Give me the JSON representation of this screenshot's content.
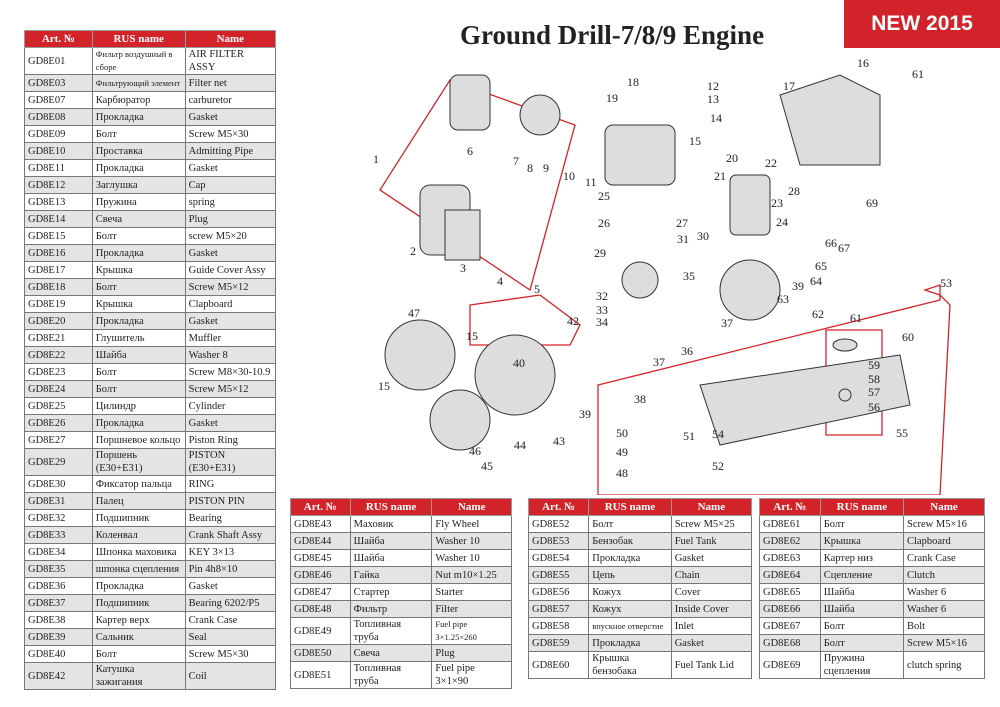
{
  "title": "Ground Drill-7/8/9 Engine",
  "badge": "NEW 2015",
  "headers": {
    "art": "Art. №",
    "rus": "RUS name",
    "name": "Name"
  },
  "colors": {
    "accent": "#d3232a"
  },
  "table1": [
    [
      "GD8E01",
      "Фильтр воздушный в сборе",
      "AIR FILTER ASSY"
    ],
    [
      "GD8E03",
      "Фильтрующий элемент",
      "Filter net"
    ],
    [
      "GD8E07",
      "Карбюратор",
      "carburetor"
    ],
    [
      "GD8E08",
      "Прокладка",
      "Gasket"
    ],
    [
      "GD8E09",
      "Болт",
      "Screw M5×30"
    ],
    [
      "GD8E10",
      "Проставка",
      "Admitting Pipe"
    ],
    [
      "GD8E11",
      "Прокладка",
      "Gasket"
    ],
    [
      "GD8E12",
      "Заглушка",
      "Cap"
    ],
    [
      "GD8E13",
      "Пружина",
      "spring"
    ],
    [
      "GD8E14",
      "Свеча",
      "Plug"
    ],
    [
      "GD8E15",
      "Болт",
      "screw M5×20"
    ],
    [
      "GD8E16",
      "Прокладка",
      "Gasket"
    ],
    [
      "GD8E17",
      "Крышка",
      "Guide Cover Assy"
    ],
    [
      "GD8E18",
      "Болт",
      "Screw M5×12"
    ],
    [
      "GD8E19",
      "Крышка",
      "Clapboard"
    ],
    [
      "GD8E20",
      "Прокладка",
      "Gasket"
    ],
    [
      "GD8E21",
      "Глушитель",
      "Muffler"
    ],
    [
      "GD8E22",
      "Шайба",
      "Washer 8"
    ],
    [
      "GD8E23",
      "Болт",
      "Screw M8×30-10.9"
    ],
    [
      "GD8E24",
      "Болт",
      "Screw M5×12"
    ],
    [
      "GD8E25",
      "Цилиндр",
      "Cylinder"
    ],
    [
      "GD8E26",
      "Прокладка",
      "Gasket"
    ],
    [
      "GD8E27",
      "Поршневое кольцо",
      "Piston Ring"
    ],
    [
      "GD8E29",
      "Поршень (E30+E31)",
      "PISTON (E30+E31)"
    ],
    [
      "GD8E30",
      "Фиксатор пальца",
      "RING"
    ],
    [
      "GD8E31",
      "Палец",
      "PISTON PIN"
    ],
    [
      "GD8E32",
      "Подшипник",
      "Bearing"
    ],
    [
      "GD8E33",
      "Коленвал",
      "Crank Shaft Assy"
    ],
    [
      "GD8E34",
      "Шпонка маховика",
      "KEY 3×13"
    ],
    [
      "GD8E35",
      "шпонка сцепления",
      "Pin 4h8×10"
    ],
    [
      "GD8E36",
      "Прокладка",
      "Gasket"
    ],
    [
      "GD8E37",
      "Подшипник",
      "Bearing 6202/P5"
    ],
    [
      "GD8E38",
      "Картер верх",
      "Crank Case"
    ],
    [
      "GD8E39",
      "Сальник",
      "Seal"
    ],
    [
      "GD8E40",
      "Болт",
      "Screw M5×30"
    ],
    [
      "GD8E42",
      "Катушка зажигания",
      "Coil"
    ]
  ],
  "table2": [
    [
      "GD8E43",
      "Маховик",
      "Fly Wheel"
    ],
    [
      "GD8E44",
      "Шайба",
      "Washer 10"
    ],
    [
      "GD8E45",
      "Шайба",
      "Washer 10"
    ],
    [
      "GD8E46",
      "Гайка",
      "Nut m10×1.25"
    ],
    [
      "GD8E47",
      "Стартер",
      "Starter"
    ],
    [
      "GD8E48",
      "Фильтр",
      "Filter"
    ],
    [
      "GD8E49",
      "Топливная труба",
      "Fuel pipe 3×1.25×260"
    ],
    [
      "GD8E50",
      "Свеча",
      "Plug"
    ],
    [
      "GD8E51",
      "Топливная труба",
      "Fuel pipe 3×1×90"
    ]
  ],
  "table3": [
    [
      "GD8E52",
      "Болт",
      "Screw M5×25"
    ],
    [
      "GD8E53",
      "Бензобак",
      "Fuel Tank"
    ],
    [
      "GD8E54",
      "Прокладка",
      "Gasket"
    ],
    [
      "GD8E55",
      "Цепь",
      "Chain"
    ],
    [
      "GD8E56",
      "Кожух",
      "Cover"
    ],
    [
      "GD8E57",
      "Кожух",
      "Inside Cover"
    ],
    [
      "GD8E58",
      "впускное отверстие",
      "Inlet"
    ],
    [
      "GD8E59",
      "Прокладка",
      "Gasket"
    ],
    [
      "GD8E60",
      "Крышка бензобака",
      "Fuel Tank Lid"
    ]
  ],
  "table4": [
    [
      "GD8E61",
      "Болт",
      "Screw M5×16"
    ],
    [
      "GD8E62",
      "Крышка",
      "Clapboard"
    ],
    [
      "GD8E63",
      "Картер низ",
      "Crank Case"
    ],
    [
      "GD8E64",
      "Сцепление",
      "Clutch"
    ],
    [
      "GD8E65",
      "Шайба",
      "Washer 6"
    ],
    [
      "GD8E66",
      "Шайба",
      "Washer 6"
    ],
    [
      "GD8E67",
      "Болт",
      "Bolt"
    ],
    [
      "GD8E68",
      "Болт",
      "Screw M5×16"
    ],
    [
      "GD8E69",
      "Пружина сцепления",
      "clutch spring"
    ]
  ],
  "callouts": [
    "1",
    "2",
    "3",
    "4",
    "5",
    "6",
    "7",
    "8",
    "9",
    "10",
    "11",
    "12",
    "13",
    "14",
    "15",
    "16",
    "17",
    "18",
    "19",
    "20",
    "21",
    "22",
    "23",
    "24",
    "25",
    "26",
    "27",
    "28",
    "29",
    "30",
    "31",
    "32",
    "33",
    "34",
    "35",
    "36",
    "37",
    "37",
    "38",
    "39",
    "39",
    "40",
    "42",
    "43",
    "44",
    "45",
    "46",
    "47",
    "48",
    "49",
    "50",
    "51",
    "52",
    "53",
    "54",
    "55",
    "56",
    "57",
    "58",
    "59",
    "60",
    "61",
    "61",
    "62",
    "63",
    "64",
    "65",
    "66",
    "67",
    "69",
    "15",
    "15"
  ]
}
